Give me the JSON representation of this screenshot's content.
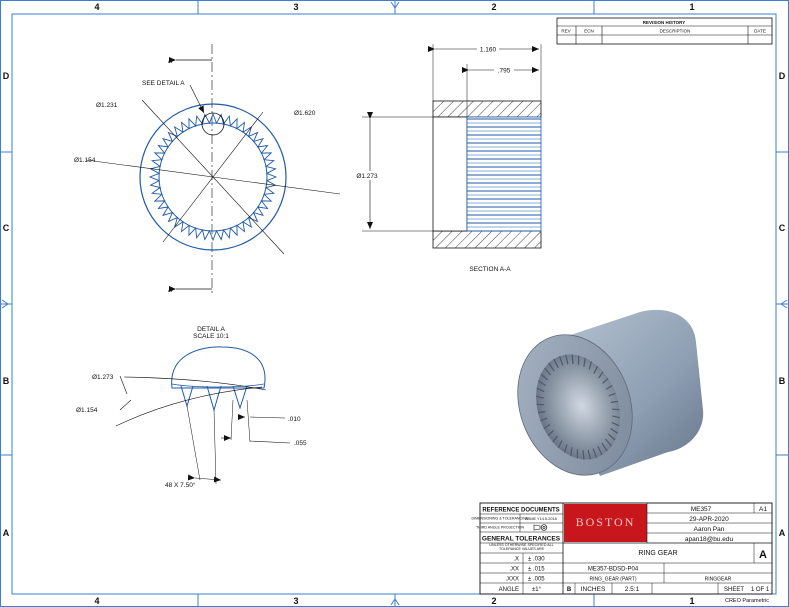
{
  "zone_labels": {
    "columns": [
      "4",
      "3",
      "2",
      "1"
    ],
    "rows": [
      "D",
      "C",
      "B",
      "A"
    ]
  },
  "revision_history": {
    "title": "REVISION HISTORY",
    "columns": [
      "REV",
      "ECN",
      "DESCRIPTION",
      "DATE"
    ]
  },
  "front_view": {
    "section_marker": "A",
    "see_detail": "SEE DETAIL A",
    "dims": [
      "Ø1.231",
      "Ø1.620",
      "Ø1.154"
    ]
  },
  "section_view": {
    "dims": [
      "1.160",
      ".795",
      "Ø1.273"
    ],
    "caption": "SECTION A-A"
  },
  "detail_view": {
    "title": "DETAIL A",
    "scale": "SCALE 10:1",
    "dims": [
      "Ø1.273",
      "Ø1.154",
      ".010",
      ".055",
      "48 X 7.50°"
    ]
  },
  "title_block": {
    "reference_documents": "REFERENCE DOCUMENTS",
    "dimensioning_label": "DIMENSIONING & TOLERANCING",
    "dimensioning_std": "ASME Y14.5-2018",
    "projection_label": "THIRD ANGLE PROJECTION",
    "general_tolerances": "GENERAL TOLERANCES",
    "unless_note": "UNLESS OTHERWISE SPECIFIED ALL TOLERANCE VALUES ARE",
    "tolerances": [
      {
        "format": ".X",
        "value": "± .030"
      },
      {
        "format": ".XX",
        "value": "± .015"
      },
      {
        "format": ".XXX",
        "value": "± .005"
      },
      {
        "format": "ANGLE",
        "value": "±1°"
      }
    ],
    "logo_text": "BOSTON",
    "course": "ME357",
    "rev_label": "A1",
    "date": "29-APR-2020",
    "author": "Aaron Pan",
    "email": "apan18@bu.edu",
    "part_name": "RING GEAR",
    "size": "A",
    "drawing_number": "ME357-BDSD-P04",
    "model_name": "RING_GEAR (PART)",
    "model_file": "RINGGEAR",
    "sheet_size": "B",
    "units": "INCHES",
    "scale": "2.5:1",
    "sheet": "SHEET",
    "sheet_of": "1 OF 1",
    "software": "CREO Parametric"
  },
  "colors": {
    "border_blue": "#3a7fd0",
    "part_blue": "#1f5aa8",
    "logo_red": "#c8161d",
    "iso_body": "#8fa0b4"
  }
}
